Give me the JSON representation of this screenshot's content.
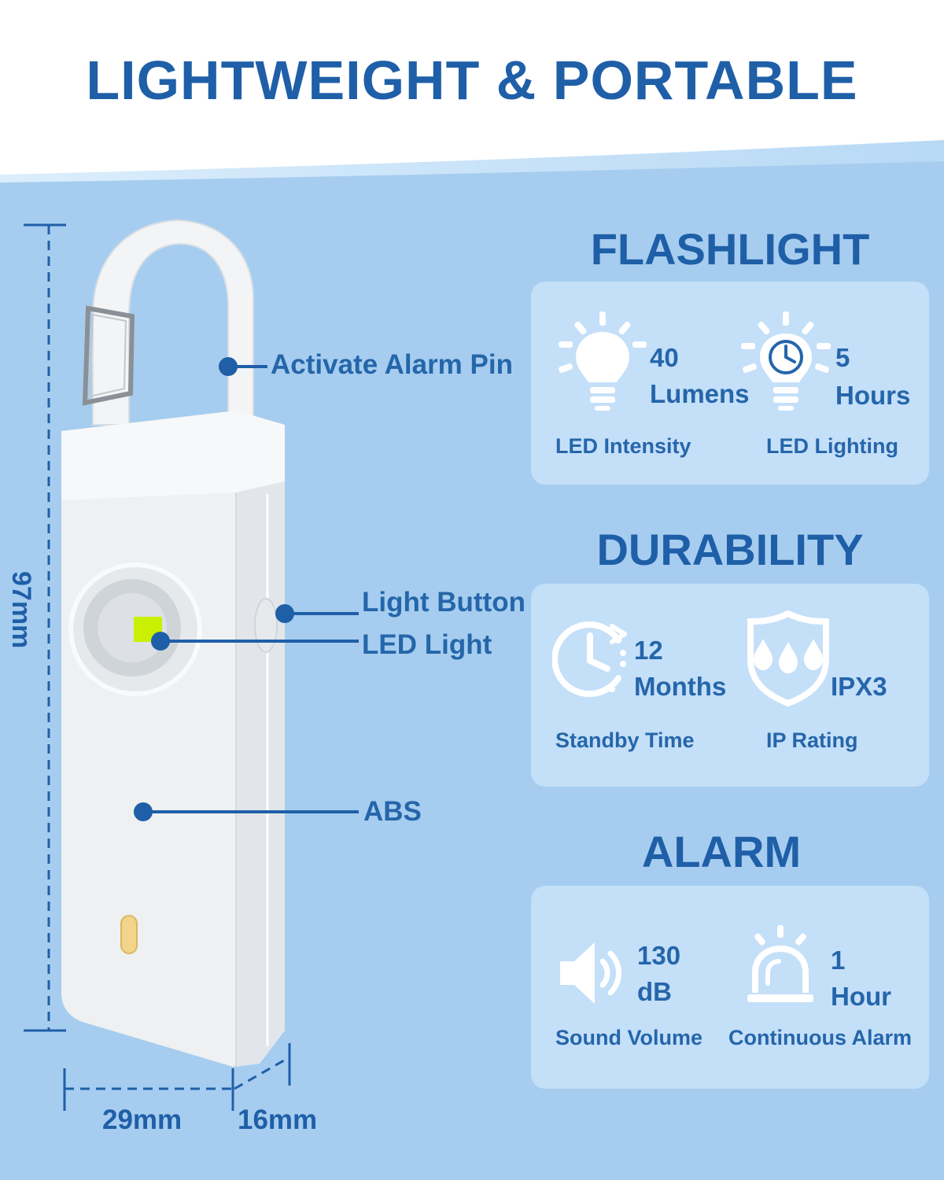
{
  "header": {
    "title": "LIGHTWEIGHT & PORTABLE"
  },
  "colors": {
    "accent": "#1f5fa8",
    "background": "#a6cdef",
    "panel": "#c8e1f8",
    "led": "#c8f000"
  },
  "callouts": {
    "alarm_pin": "Activate Alarm Pin",
    "light_button": "Light Button",
    "led_light": "LED Light",
    "material": "ABS"
  },
  "dimensions": {
    "height": "97mm",
    "width": "29mm",
    "depth": "16mm"
  },
  "sections": {
    "flashlight": {
      "title": "FLASHLIGHT",
      "stats": [
        {
          "icon": "light-bulb-icon",
          "value": "40",
          "unit": "Lumens",
          "caption": "LED Intensity"
        },
        {
          "icon": "clock-bulb-icon",
          "value": "5",
          "unit": "Hours",
          "caption": "LED Lighting"
        }
      ]
    },
    "durability": {
      "title": "DURABILITY",
      "stats": [
        {
          "icon": "standby-clock-icon",
          "value": "12",
          "unit": "Months",
          "caption": "Standby Time"
        },
        {
          "icon": "water-shield-icon",
          "value": "IPX3",
          "caption": "IP Rating"
        }
      ]
    },
    "alarm": {
      "title": "ALARM",
      "stats": [
        {
          "icon": "speaker-icon",
          "value": "130",
          "unit": "dB",
          "caption": "Sound Volume"
        },
        {
          "icon": "siren-icon",
          "value": "1",
          "unit": "Hour",
          "caption": "Continuous Alarm"
        }
      ]
    }
  }
}
